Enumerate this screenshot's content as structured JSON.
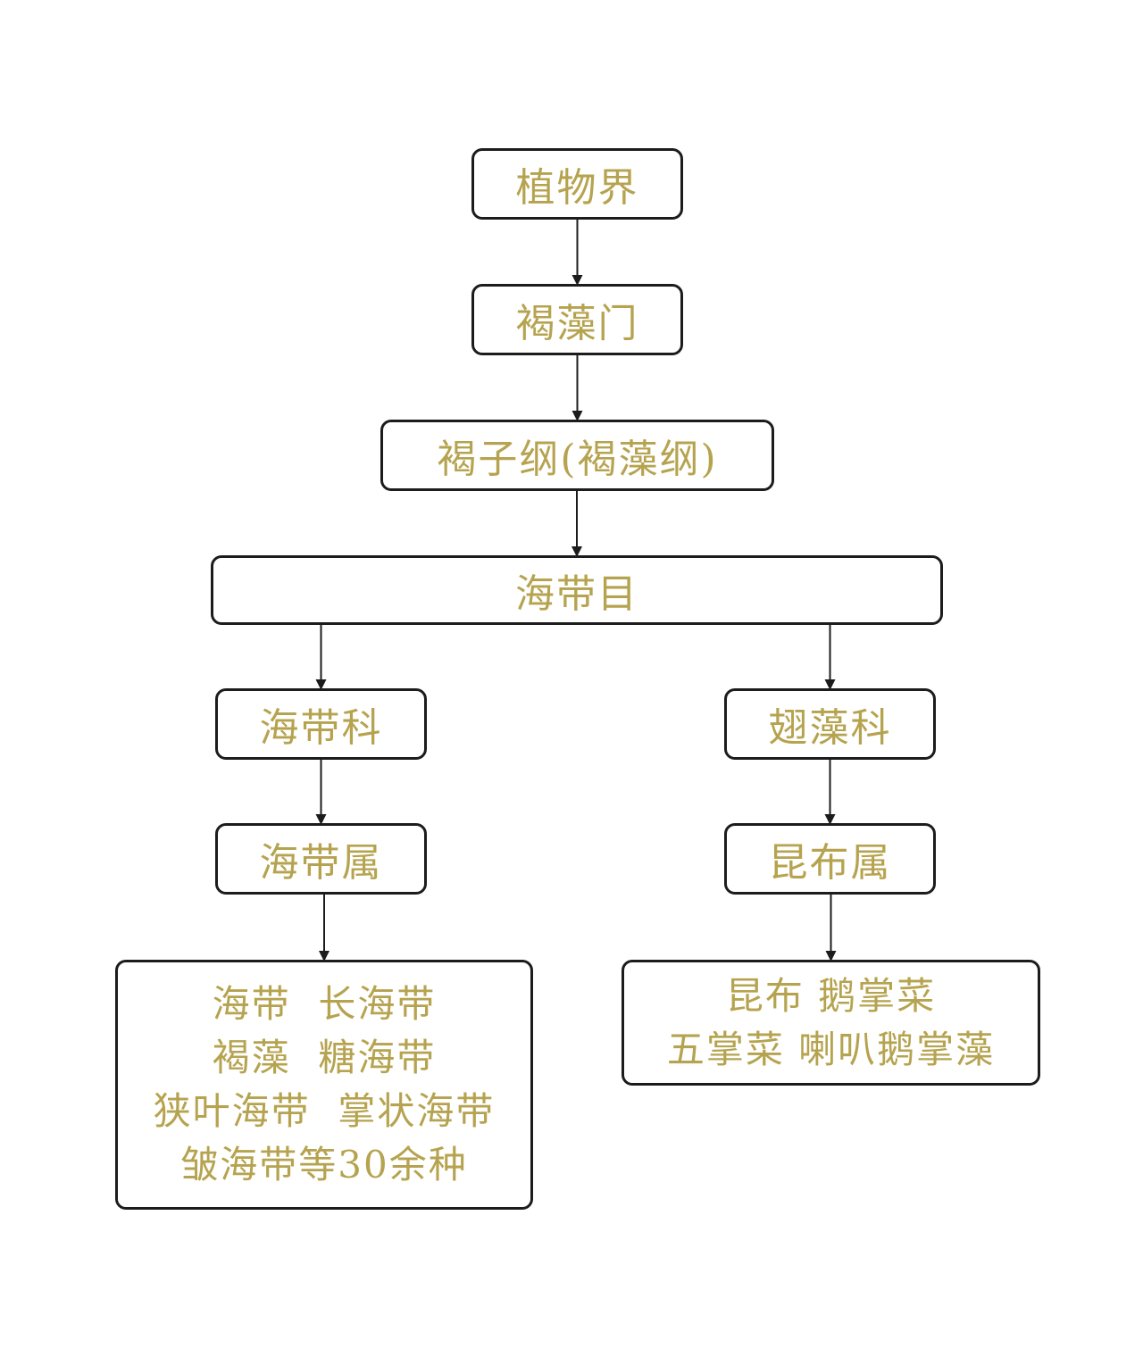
{
  "diagram": {
    "colors": {
      "text": "#b6a34f",
      "border": "#1c1c1c",
      "arrow": "#1c1c1c",
      "background": "#ffffff"
    },
    "nodes": {
      "kingdom": "植物界",
      "phylum": "褐藻门",
      "class": "褐子纲(褐藻纲)",
      "order": "海带目",
      "family_left": "海带科",
      "family_right": "翅藻科",
      "genus_left": "海带属",
      "genus_right": "昆布属",
      "species_left": [
        "海带  长海带",
        "褐藻  糖海带",
        "狭叶海带  掌状海带",
        "皱海带等30余种"
      ],
      "species_right": [
        "昆布 鹅掌菜",
        "五掌菜 喇叭鹅掌藻"
      ]
    },
    "edges": [
      [
        "kingdom",
        "phylum"
      ],
      [
        "phylum",
        "class"
      ],
      [
        "class",
        "order"
      ],
      [
        "order",
        "family_left"
      ],
      [
        "order",
        "family_right"
      ],
      [
        "family_left",
        "genus_left"
      ],
      [
        "family_right",
        "genus_right"
      ],
      [
        "genus_left",
        "species_left"
      ],
      [
        "genus_right",
        "species_right"
      ]
    ]
  }
}
